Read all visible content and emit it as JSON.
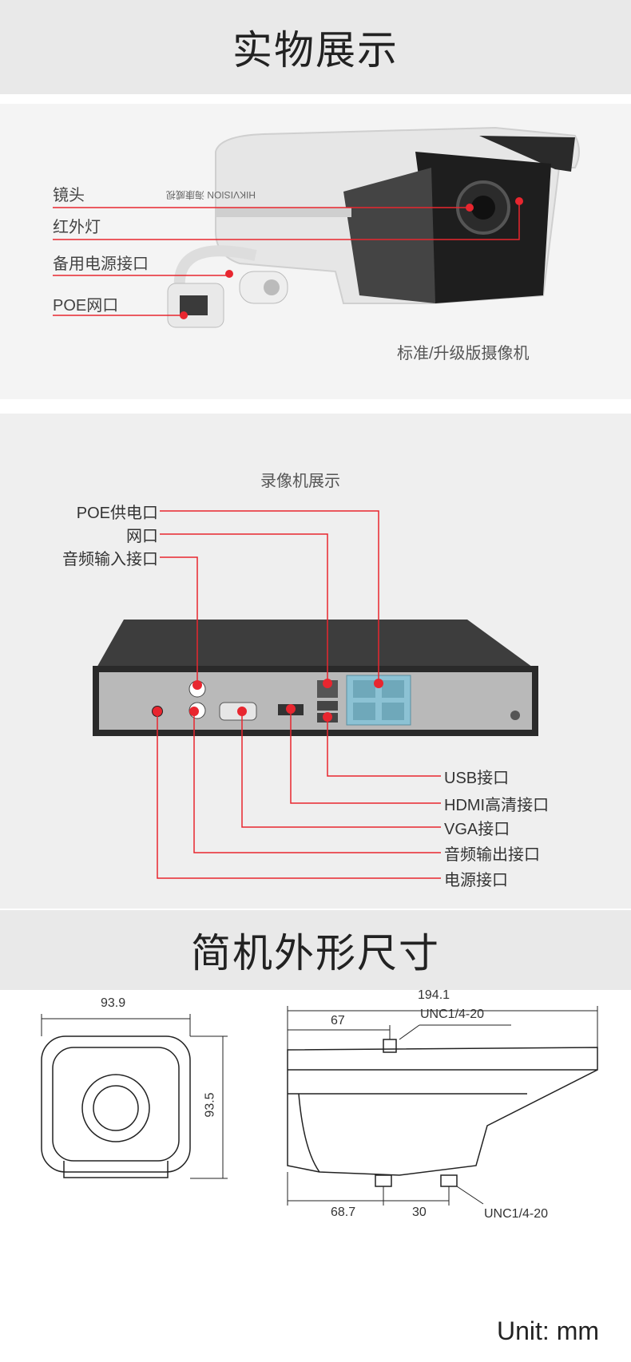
{
  "banner1": {
    "title": "实物展示"
  },
  "camera": {
    "labels": {
      "lens": "镜头",
      "ir": "红外灯",
      "backup_power": "备用电源接口",
      "poe": "POE网口"
    },
    "caption": "标准/升级版摄像机",
    "brand": "HIKVISION 海康威视"
  },
  "nvr": {
    "caption": "录像机展示",
    "top_labels": {
      "poe_power": "POE供电口",
      "network": "网口",
      "audio_in": "音频输入接口"
    },
    "bottom_labels": {
      "usb": "USB接口",
      "hdmi": "HDMI高清接口",
      "vga": "VGA接口",
      "audio_out": "音频输出接口",
      "power": "电源接口"
    }
  },
  "banner2": {
    "title": "简机外形尺寸"
  },
  "dimensions": {
    "front_width": "93.9",
    "front_height": "93.5",
    "side_total": "194.1",
    "side_67": "67",
    "unc_top": "UNC1/4-20",
    "side_68_7": "68.7",
    "side_30": "30",
    "unc_bottom": "UNC1/4-20",
    "unit": "Unit: mm"
  },
  "colors": {
    "accent": "#e8262f",
    "banner_bg": "#e9e9e9"
  }
}
